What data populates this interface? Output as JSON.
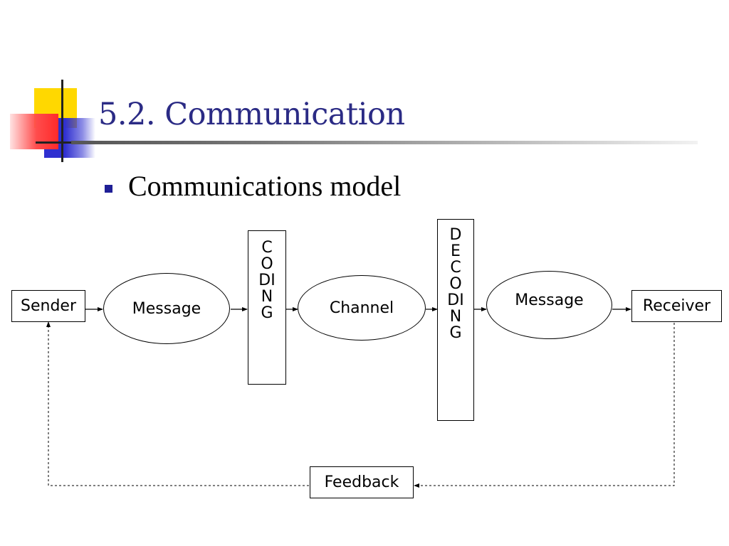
{
  "slide": {
    "title": "5.2. Communication",
    "bullet": "Communications model"
  },
  "diagram": {
    "sender": "Sender",
    "message_left": "Message",
    "coding": [
      "C",
      "O",
      "DI",
      "N",
      "G"
    ],
    "channel": "Channel",
    "decoding": [
      "D",
      "E",
      "C",
      "O",
      "DI",
      "N",
      "G"
    ],
    "message_right": "Message",
    "receiver": "Receiver",
    "feedback": "Feedback"
  },
  "colors": {
    "title": "#2b2b85",
    "bullet_marker": "#1f1f96",
    "deco_yellow": "#ffd800",
    "deco_blue": "#2f2fd0",
    "deco_red": "#ff4c4c"
  }
}
